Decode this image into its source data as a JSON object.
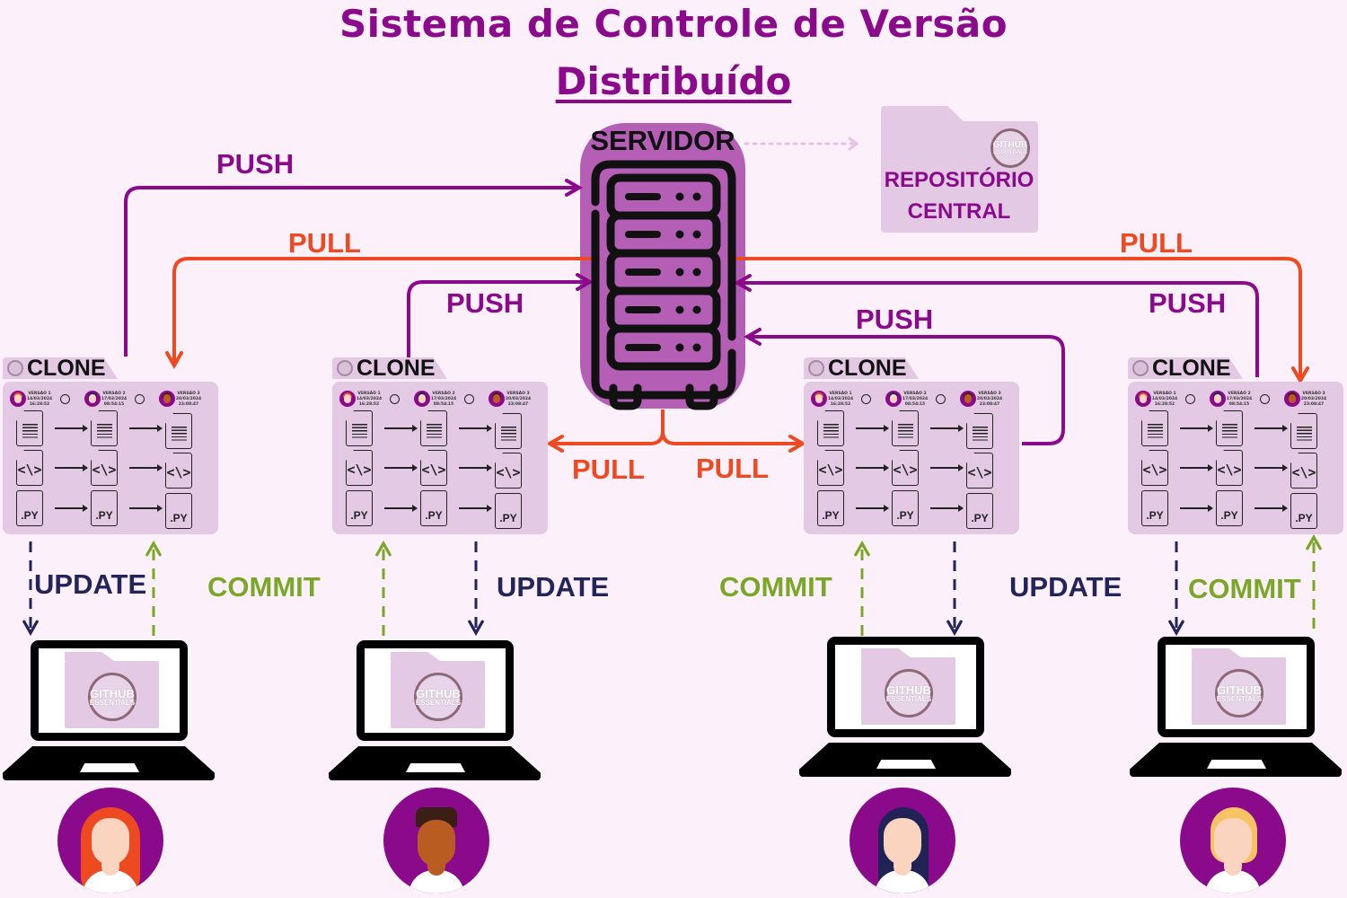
{
  "title": {
    "line1": "Sistema de Controle de Versão",
    "line2": "Distribuído"
  },
  "server": {
    "label": "SERVIDOR",
    "icon": "server-rack-icon"
  },
  "central_repo": {
    "line1": "REPOSITÓRIO",
    "line2": "CENTRAL",
    "badge_line1": "GITHUB",
    "badge_line2": "ESSENTIALS"
  },
  "colors": {
    "background": "#fcf0fb",
    "title": "#8b0a8b",
    "push": "#8b0a8b",
    "pull": "#ee4a22",
    "update": "#23245a",
    "commit": "#7ba728",
    "server": "#b45eb6",
    "folder": "#e3c9e3"
  },
  "arrow_labels": {
    "push_top_left": "PUSH",
    "pull_top_left": "PULL",
    "push_mid_left": "PUSH",
    "pull_top_right": "PULL",
    "push_mid_right": "PUSH",
    "push_low_right": "PUSH",
    "pull_bottom_left": "PULL",
    "pull_bottom_right": "PULL"
  },
  "clones": [
    {
      "label": "CLONE"
    },
    {
      "label": "CLONE"
    },
    {
      "label": "CLONE"
    },
    {
      "label": "CLONE"
    }
  ],
  "versions": [
    {
      "name": "VERSÃO 1",
      "date": "14/03/2024",
      "time": "16:28:52"
    },
    {
      "name": "VERSÃO 2",
      "date": "17/03/2024",
      "time": "08:54:15"
    },
    {
      "name": "VERSÃO 3",
      "date": "20/03/2024",
      "time": "23:08:47"
    }
  ],
  "file_rows": [
    {
      "type": "text-document",
      "icon": "document-icon"
    },
    {
      "type": "code-file",
      "icon": "code-file-icon",
      "glyph": "<\\>"
    },
    {
      "type": "python-file",
      "icon": "python-file-icon",
      "glyph": ".PY"
    }
  ],
  "local_labels": {
    "update_1": "UPDATE",
    "commit_1": "COMMIT",
    "update_2": "UPDATE",
    "commit_3": "COMMIT",
    "update_3": "UPDATE",
    "commit_4": "COMMIT"
  },
  "laptops": [
    {
      "badge_line1": "GITHUB",
      "badge_line2": "ESSENTIALS"
    },
    {
      "badge_line1": "GITHUB",
      "badge_line2": "ESSENTIALS"
    },
    {
      "badge_line1": "GITHUB",
      "badge_line2": "ESSENTIALS"
    },
    {
      "badge_line1": "GITHUB",
      "badge_line2": "ESSENTIALS"
    }
  ],
  "users": [
    {
      "name": "user-red-hair",
      "hair": "#ee4a22",
      "skin": "#fbd4c0"
    },
    {
      "name": "user-dark-skin",
      "hair": "#3a1f16",
      "skin": "#b95c22"
    },
    {
      "name": "user-navy-hair",
      "hair": "#212256",
      "skin": "#fbd4c0"
    },
    {
      "name": "user-blonde-hair",
      "hair": "#f8c463",
      "skin": "#fbd4c0"
    }
  ]
}
